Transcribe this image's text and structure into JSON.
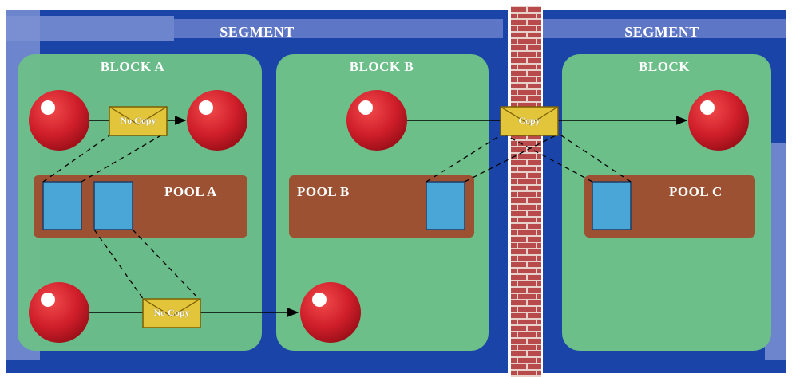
{
  "segments": [
    {
      "title": "SEGMENT"
    },
    {
      "title": "SEGMENT"
    }
  ],
  "blocks": [
    {
      "title": "BLOCK A"
    },
    {
      "title": "BLOCK B"
    },
    {
      "title": "BLOCK"
    }
  ],
  "pools": [
    {
      "title": "POOL A"
    },
    {
      "title": "POOL B"
    },
    {
      "title": "POOL C"
    }
  ],
  "messages": [
    {
      "label": "No Copy"
    },
    {
      "label": "No Copy"
    },
    {
      "label": "Copy"
    }
  ],
  "colors": {
    "segment_bg": "#1a44a8",
    "segment_light": "#7d90d2",
    "block_bg": "#6cbf88",
    "pool_bg": "#9c5232",
    "buffer": "#4aa6d6",
    "ball": "#d01f2b",
    "envelope": "#e3c53b",
    "firewall_brick": "#b94a4a"
  }
}
